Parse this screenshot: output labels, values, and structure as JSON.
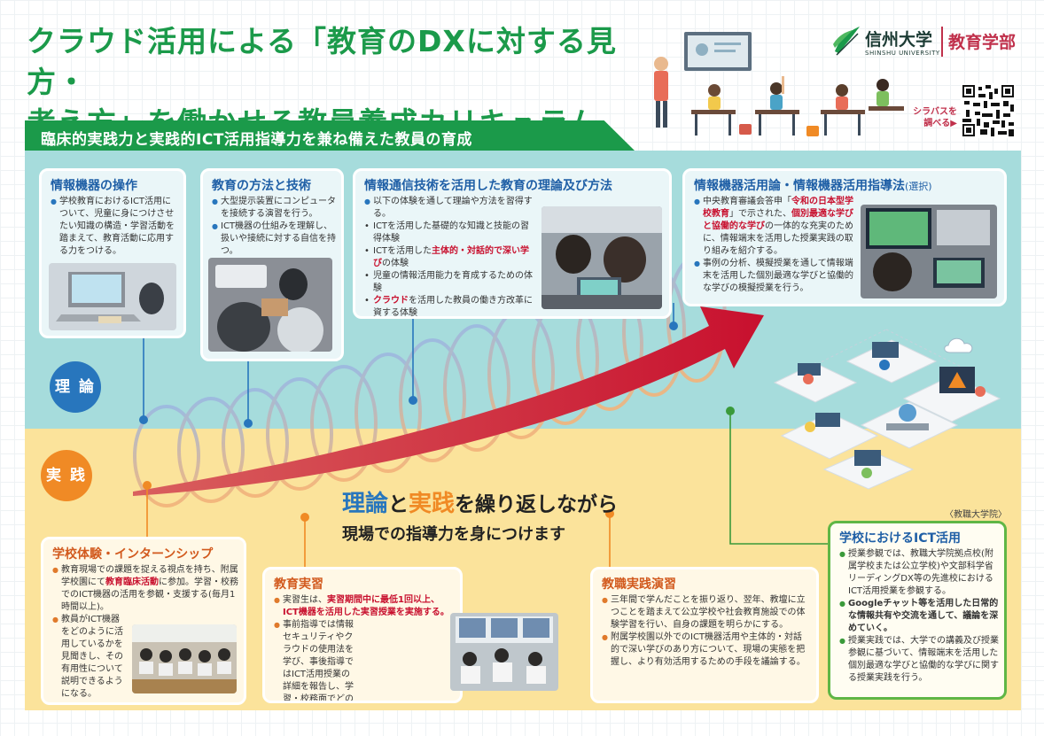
{
  "header": {
    "title_line1": "クラウド活用による「教育のDXに対する見方・",
    "title_line2": "考え方」を働かせる教員養成カリキュラム",
    "university": "信州大学",
    "university_en": "SHINSHU UNIVERSITY",
    "faculty": "教育学部",
    "syllabus_line1": "シラバスを",
    "syllabus_line2": "調べる▶"
  },
  "banner": "臨床的実践力と実践的ICT活用指導力を兼ね備えた教員の育成",
  "zones": {
    "theory": "理 論",
    "practice": "実 践"
  },
  "message": {
    "a": "理論",
    "b": "と",
    "c": "実践",
    "d": "を繰り返しながら",
    "line2": "現場での指導力を身につけます"
  },
  "note": "〈教職大学院〉",
  "theory": [
    {
      "title": "情報機器の操作",
      "items": [
        "学校教育におけるICT活用について、児童に身につけさせたい知識の構造・学習活動を踏まえて、教育活動に応用する力をつける。"
      ]
    },
    {
      "title": "教育の方法と技術",
      "items": [
        "大型提示装置にコンピュータを接続する演習を行う。",
        "ICT機器の仕組みを理解し、扱いや接続に対する自信を持つ。"
      ]
    },
    {
      "title": "情報通信技術を活用した教育の理論及び方法",
      "intro": "以下の体験を通して理論や方法を習得する。",
      "items": [
        {
          "t": "ICTを活用した基礎的な知識と技能の習得体験"
        },
        {
          "pre": "ICTを活用した",
          "hl": "主体的・対話的で深い学び",
          "post": "の体験"
        },
        {
          "t": "児童の情報活用能力を育成するための体験"
        },
        {
          "pre": "",
          "hl": "クラウド",
          "post": "を活用した教員の働き方改革に資する体験"
        }
      ]
    },
    {
      "title": "情報機器活用論・情報機器活用指導法",
      "title_sub": "(選択)",
      "item1": {
        "pre": "中央教育審議会答申「",
        "hl1": "令和の日本型学校教育",
        "mid": "」で示された、",
        "hl2": "個別最適な学びと協働的な学び",
        "post": "の一体的な充実のために、情報端末を活用した授業実践の取り組みを紹介する。"
      },
      "item2": "事例の分析、模擬授業を通して情報端末を活用した個別最適な学びと協働的な学びの模擬授業を行う。"
    }
  ],
  "practice": [
    {
      "title": "学校体験・インターンシップ",
      "item1": {
        "pre": "教育現場での課題を捉える視点を持ち、附属学校園にて",
        "hl": "教育臨床活動",
        "post": "に参加。学習・校務でのICT機器の活用を参観・支援する(毎月1時間以上)。"
      },
      "item2": "教員がICT機器をどのように活用しているかを見聞きし、その有用性について説明できるようになる。"
    },
    {
      "title": "教育実習",
      "item1": {
        "pre": "実習生は、",
        "hl": "実習期間中に最低1回以上、ICT機器を活用した実習授業を実施する。"
      },
      "item2": "事前指導では情報セキュリティやクラウドの使用法を学び、事後指導ではICT活用授業の詳細を報告し、学習・校務面でどのようにICT機器を活用できるかを省察し合う。"
    },
    {
      "title": "教職実践演習",
      "items": [
        "三年間で学んだことを振り返り、翌年、教壇に立つことを踏まえて公立学校や社会教育施設での体験学習を行い、自身の課題を明らかにする。",
        "附属学校園以外でのICT機器活用や主体的・対話的で深い学びのあり方について、現場の実態を把握し、より有効活用するための手段を議論する。"
      ]
    },
    {
      "title": "学校におけるICT活用",
      "item1": "授業参観では、教職大学院拠点校(附属学校または公立学校)や文部科学省リーディングDX等の先進校におけるICT活用授業を参観する。",
      "item2": "Googleチャット等を活用した日常的な情報共有や交流を通して、議論を深めていく。",
      "item3": "授業実践では、大学での講義及び授業参観に基づいて、情報端末を活用した個別最適な学びと協働的な学びに関する授業実践を行う。"
    }
  ],
  "colors": {
    "green": "#1b9a4a",
    "blue": "#2876bd",
    "orange": "#f08a25",
    "red": "#c8102e",
    "theory_bg": "#a6dcdc",
    "practice_bg": "#fbe39b"
  }
}
